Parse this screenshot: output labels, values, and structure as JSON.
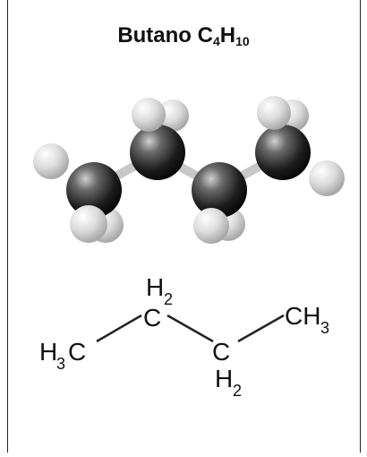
{
  "title": {
    "name": "Butano C",
    "c_count": "4",
    "h": "H",
    "h_count": "10"
  },
  "formula": {
    "left": {
      "main": "H",
      "sub": "3",
      "tail": "C"
    },
    "top_c": {
      "h": "H",
      "h_sub": "2",
      "c": "C"
    },
    "bottom_c": {
      "c": "C",
      "h": "H",
      "h_sub": "2"
    },
    "right": {
      "main": "CH",
      "sub": "3"
    }
  },
  "colors": {
    "carbon": "#2a2a2a",
    "hydrogen": "#d8d8d8",
    "bond": "#222222"
  }
}
